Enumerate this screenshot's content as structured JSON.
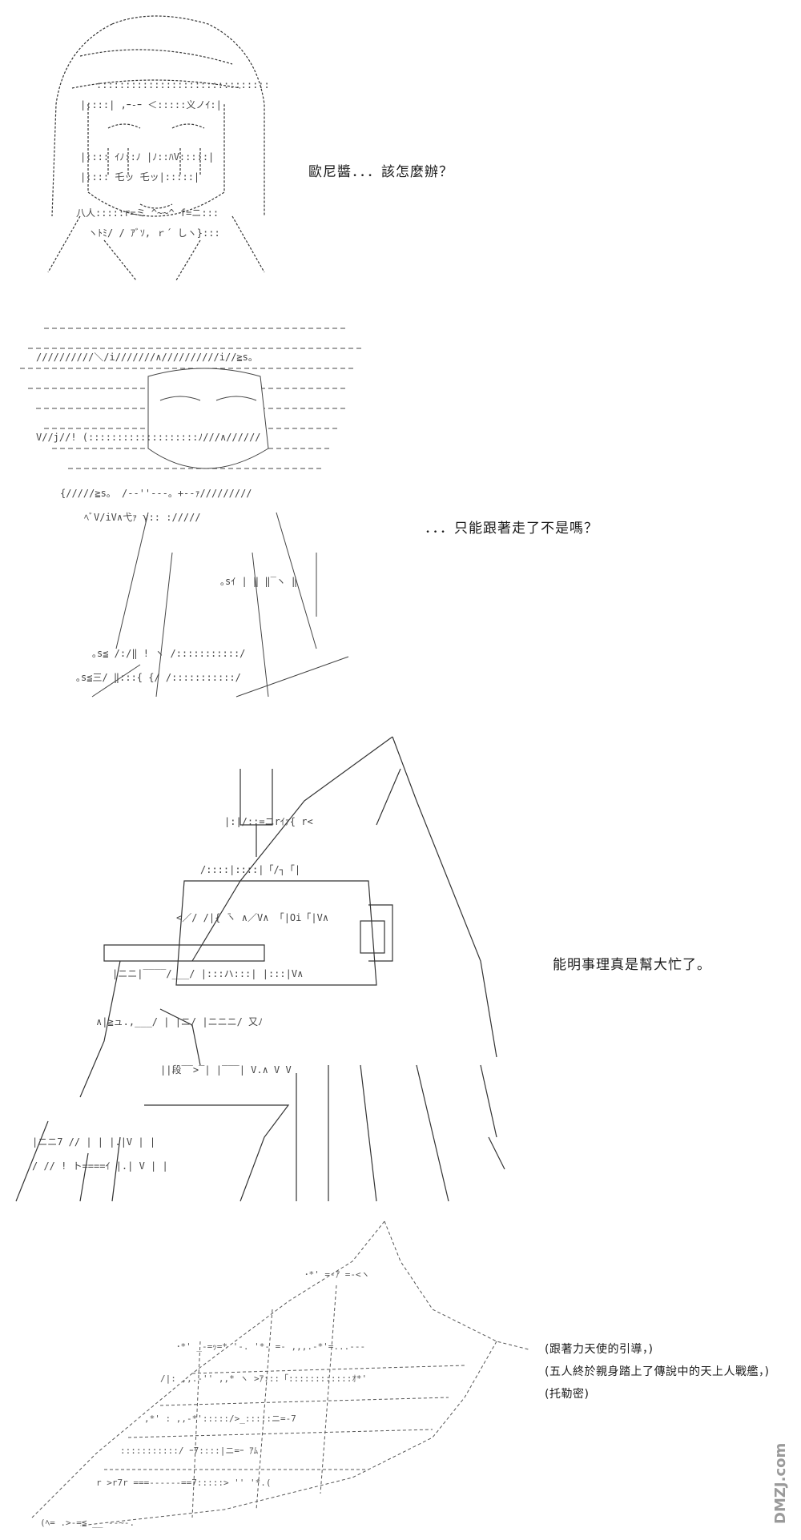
{
  "panels": [
    {
      "caption": "歐尼醬．．．該怎麼辦？"
    },
    {
      "caption": "．．．只能跟著走了不是嗎？"
    },
    {
      "caption": "能明事理真是幫大忙了。"
    },
    {
      "notes": [
        "(跟著力天使的引導，)",
        "(五人終於親身踏上了傳說中的天上人戰艦，)",
        "(托勒密)"
      ]
    }
  ],
  "watermark": {
    "text": "DMZJ.com"
  }
}
